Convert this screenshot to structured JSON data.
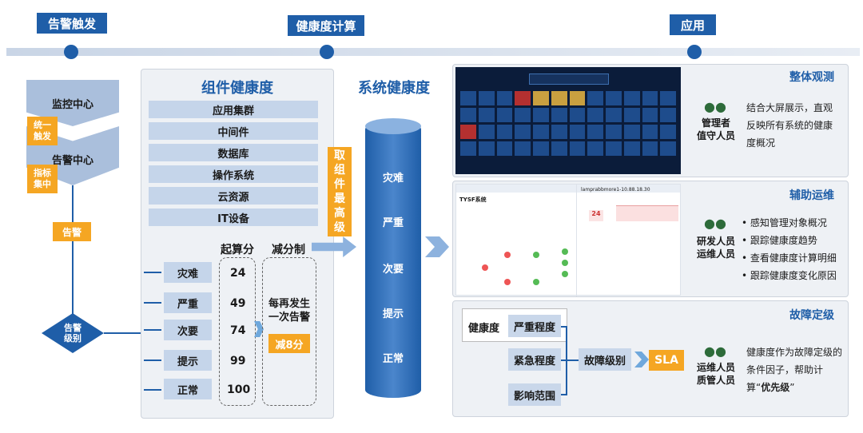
{
  "stages": {
    "trigger": "告警触发",
    "health_calc": "健康度计算",
    "apply": "应用"
  },
  "left": {
    "monitor_center": "监控中心",
    "unified_trigger": "统一\n触发",
    "alarm_center": "告警中心",
    "metric_collect": "指标\n集中",
    "alarm": "告警",
    "alarm_level": "告警\n级别"
  },
  "component": {
    "title": "组件健康度",
    "items": [
      "应用集群",
      "中间件",
      "数据库",
      "操作系统",
      "云资源",
      "IT设备"
    ],
    "take_highest": "取\n组\n件\n最\n高\n级",
    "start_score_label": "起算分",
    "deduct_label": "减分制",
    "severities": [
      "灾难",
      "严重",
      "次要",
      "提示",
      "正常"
    ],
    "scores": [
      "24",
      "49",
      "74",
      "99",
      "100"
    ],
    "deduct_text": "每再发生\n一次告警",
    "deduct_value": "减8分"
  },
  "system": {
    "title": "系统健康度",
    "levels": [
      "灾难",
      "严重",
      "次要",
      "提示",
      "正常"
    ]
  },
  "overall": {
    "title": "整体观测",
    "role": "管理者\n值守人员",
    "desc": "结合大屏展示，直观反映所有系统的健康度概况"
  },
  "ops": {
    "title": "辅助运维",
    "role": "研发人员\n运维人员",
    "bullets": [
      "感知管理对象概况",
      "跟踪健康度趋势",
      "查看健康度计算明细",
      "跟踪健康度变化原因"
    ],
    "screen_title": "TYSF系统",
    "screen_ip": "lamprabbmore1-10.88.18.30",
    "screen_score": "24"
  },
  "fault": {
    "title": "故障定级",
    "health": "健康度",
    "severity": "严重程度",
    "urgency": "紧急程度",
    "scope": "影响范围",
    "fault_level": "故障级别",
    "sla": "SLA",
    "role": "运维人员\n质管人员",
    "desc_pre": "健康度作为故障定级的条件因子，帮助计算“",
    "desc_bold": "优先级",
    "desc_post": "”"
  },
  "colors": {
    "primary": "#1f5ea8",
    "accent": "#f5a623",
    "light": "#c5d5ea"
  }
}
